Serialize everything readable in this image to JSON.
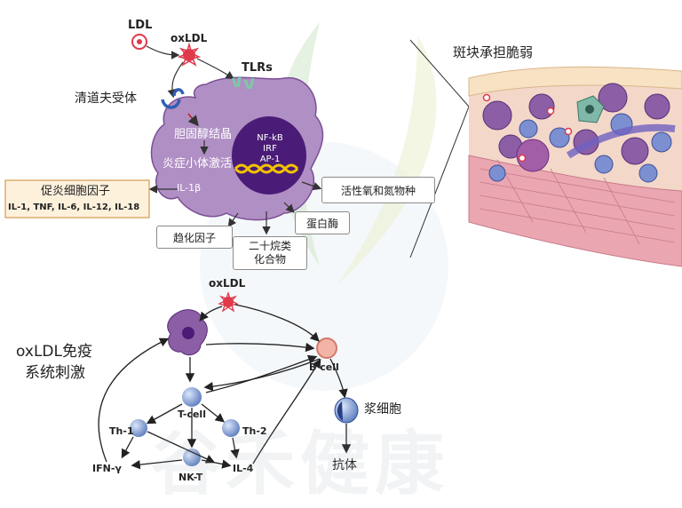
{
  "colors": {
    "macrophage": "#7b4f96",
    "macrophage_light": "#b08fc4",
    "nucleus": "#4a1c77",
    "cytokine_box_fill": "#fdf1dc",
    "cytokine_box_border": "#d49b4c",
    "cell_blue": "#6f8fc7",
    "b_cell": "#f3b3a6",
    "ldl_red": "#e0394a",
    "plaque_pink": "#e8a4b3"
  },
  "top": {
    "ldl": "LDL",
    "oxldl": "oxLDL",
    "tlrs": "TLRs",
    "scavenger": "清道夫受体",
    "cholesterol": "胆固醇结晶",
    "inflammasome": "炎症小体激活",
    "il1b": "IL-1β",
    "nucleus_lines": [
      "NF-kB",
      "IRF",
      "AP-1"
    ],
    "cytokine_title": "促炎细胞因子",
    "cytokine_list": "IL-1, TNF, IL-6, IL-12, IL-18",
    "ros": "活性氧和氮物种",
    "protease": "蛋白酶",
    "chemokine": "趋化因子",
    "eicosanoid_line1": "二十烷类",
    "eicosanoid_line2": "化合物"
  },
  "plaque": {
    "title": "斑块承担脆弱"
  },
  "bottom": {
    "oxldl": "oxLDL",
    "title_line1": "oxLDL免疫",
    "title_line2": "系统刺激",
    "b_cell": "B cell",
    "plasma": "浆细胞",
    "antibody": "抗体",
    "t_cell": "T-cell",
    "th1": "Th-1",
    "th2": "Th-2",
    "nkt": "NK-T",
    "ifn": "IFN-γ",
    "il4": "IL-4"
  },
  "watermark": "谷禾健康",
  "icons": [
    "ldl-particle-icon",
    "oxldl-particle-icon",
    "tlr-receptor-icon",
    "scavenger-receptor-icon",
    "dna-icon"
  ]
}
